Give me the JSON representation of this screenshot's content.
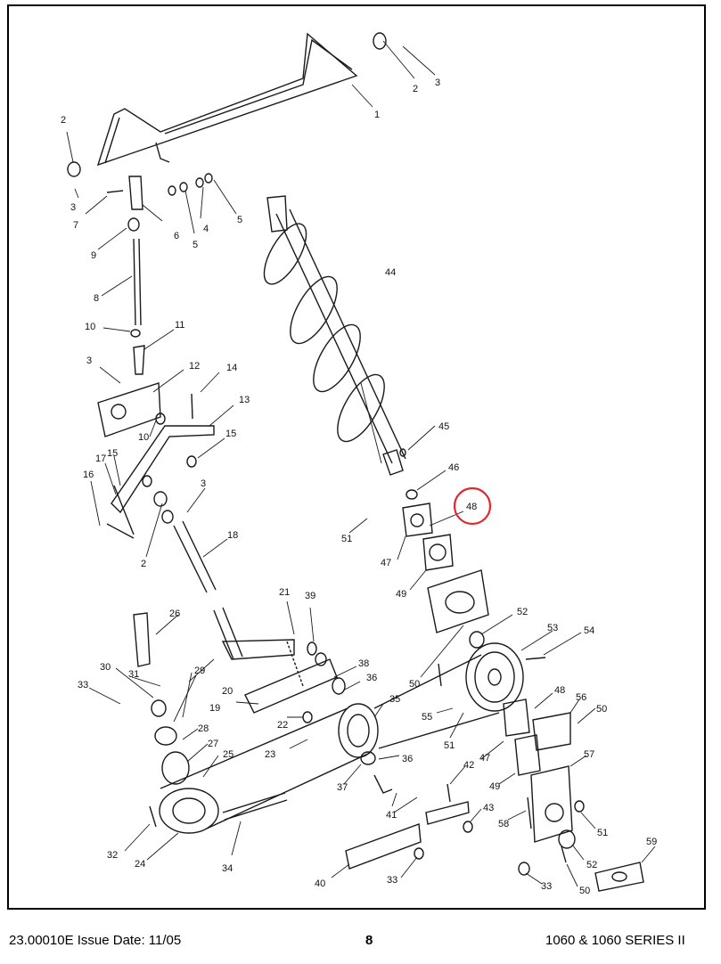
{
  "footer": {
    "doc_id": "23.00010E  Issue Date: 11/05",
    "page_number": "8",
    "model": "1060 & 1060 SERIES II"
  },
  "highlight": {
    "callout": "48",
    "color": "#e0282e"
  },
  "callouts": [
    "1",
    "2",
    "2",
    "2",
    "3",
    "3",
    "3",
    "3",
    "4",
    "5",
    "5",
    "6",
    "7",
    "8",
    "9",
    "10",
    "10",
    "11",
    "12",
    "13",
    "14",
    "15",
    "15",
    "16",
    "17",
    "18",
    "19",
    "20",
    "21",
    "22",
    "23",
    "24",
    "25",
    "26",
    "27",
    "28",
    "29",
    "30",
    "31",
    "32",
    "33",
    "33",
    "33",
    "34",
    "35",
    "36",
    "36",
    "37",
    "38",
    "39",
    "40",
    "41",
    "42",
    "43",
    "44",
    "45",
    "46",
    "47",
    "47",
    "48",
    "48",
    "49",
    "49",
    "50",
    "50",
    "50",
    "51",
    "51",
    "51",
    "52",
    "52",
    "53",
    "54",
    "55",
    "56",
    "57",
    "58",
    "59"
  ]
}
